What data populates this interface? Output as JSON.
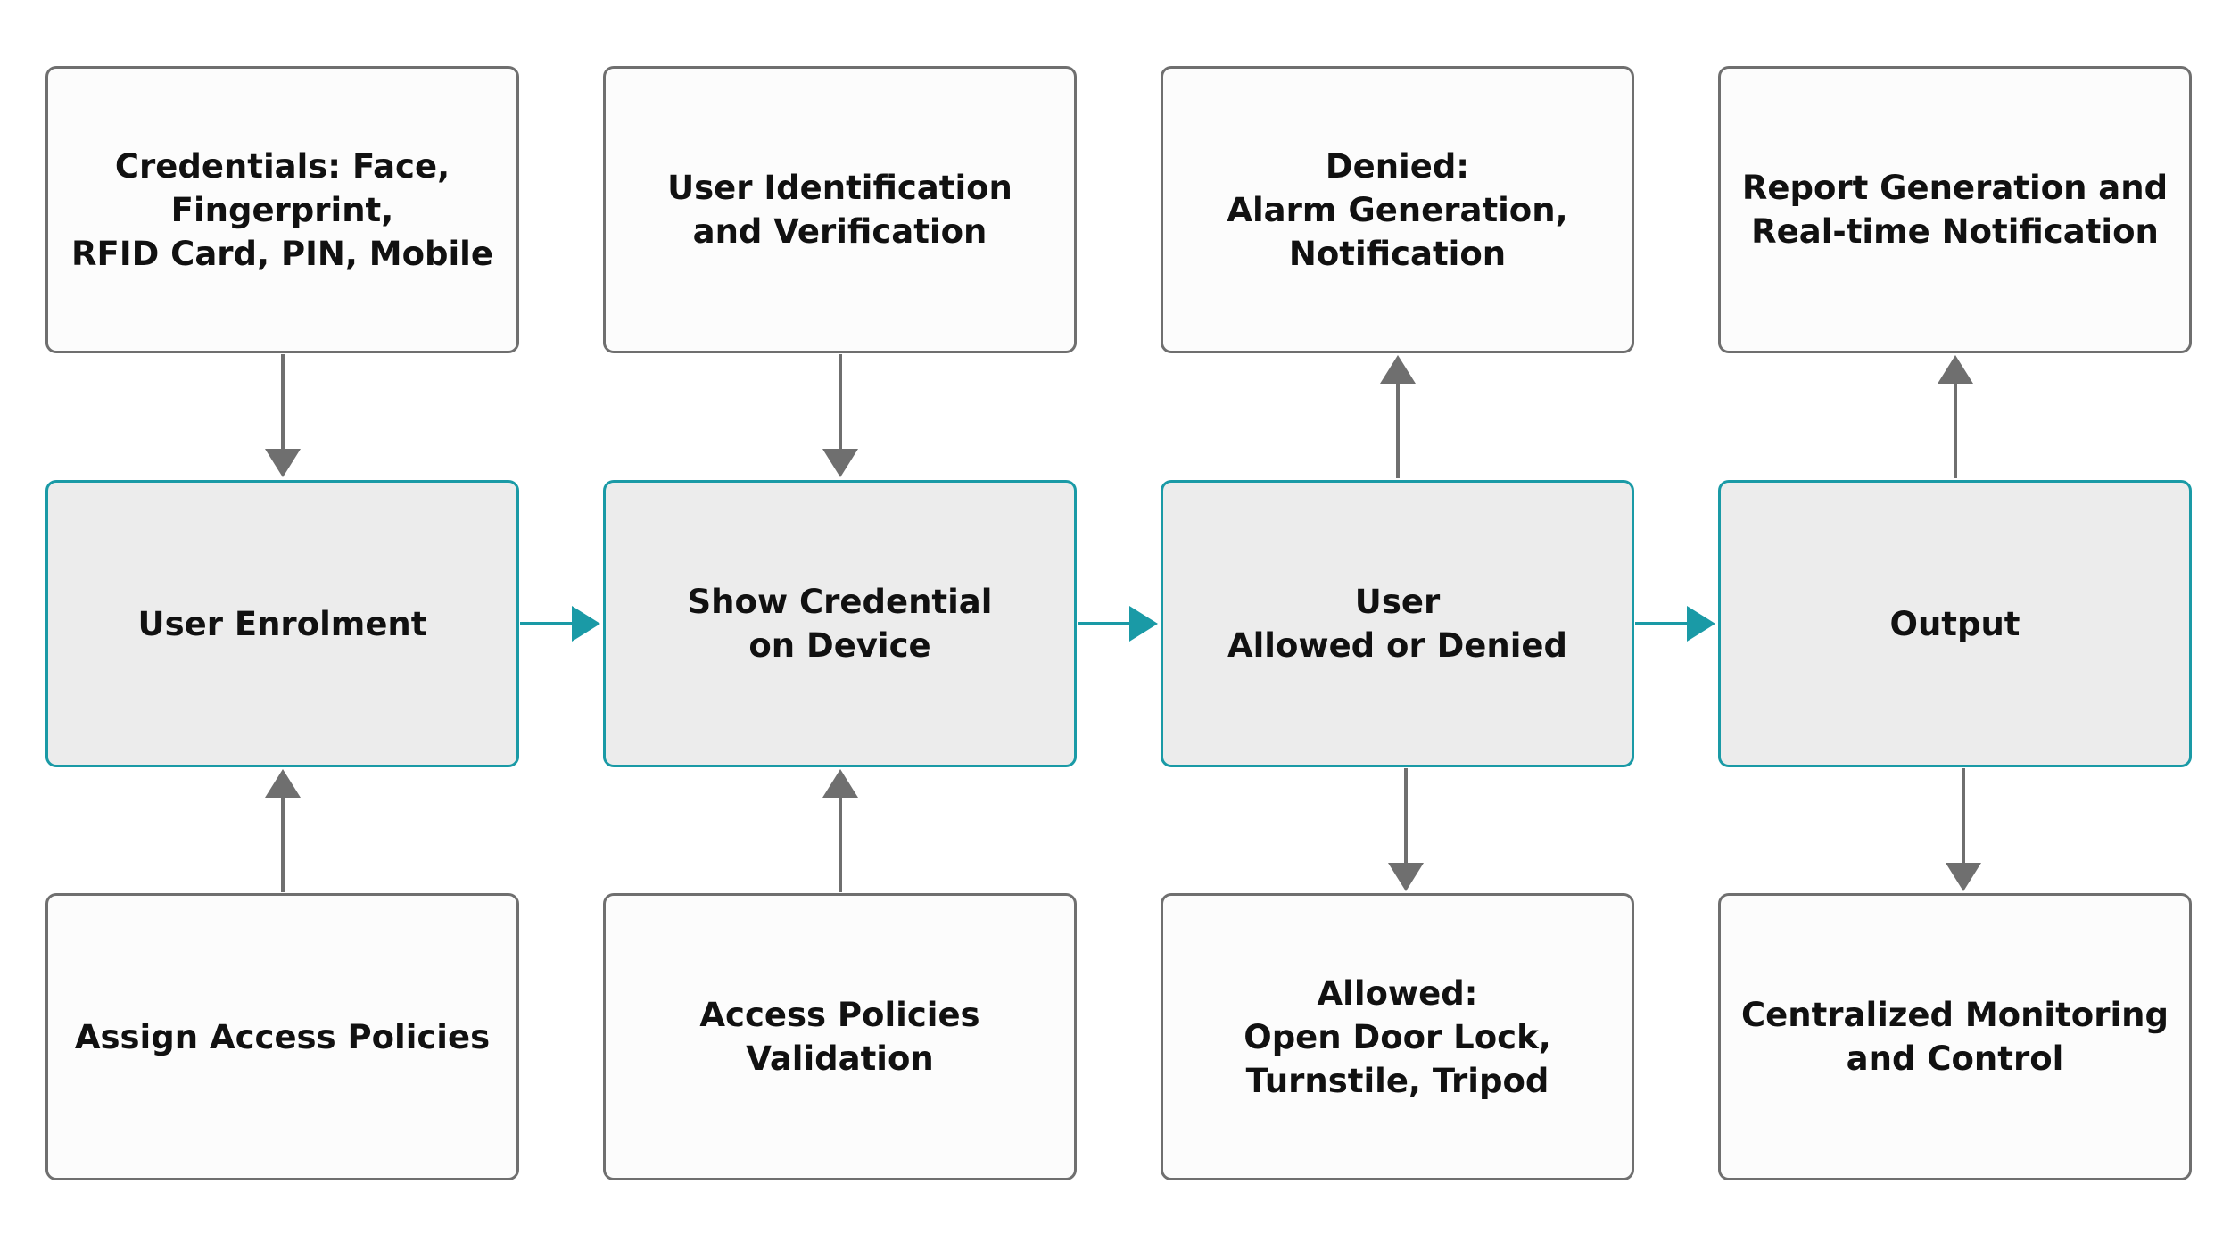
{
  "colors": {
    "main_border": "#1a9aa6",
    "main_fill": "#ececec",
    "side_border": "#6f6f6f",
    "side_fill": "#fcfcfc",
    "flow_arrow": "#1a9aa6",
    "side_arrow": "#6f6f6f"
  },
  "top_row": {
    "credentials": "Credentials: Face,\nFingerprint,\nRFID Card, PIN, Mobile",
    "identification": "User Identification\nand Verification",
    "denied": "Denied:\nAlarm Generation,\nNotification",
    "report": "Report Generation and\nReal-time Notification"
  },
  "main_row": {
    "enrolment": "User Enrolment",
    "show_credential": "Show Credential\non Device",
    "decision": "User\nAllowed or Denied",
    "output": "Output"
  },
  "bottom_row": {
    "assign_policies": "Assign Access Policies",
    "policies_validation": "Access Policies\nValidation",
    "allowed": "Allowed:\nOpen Door Lock,\nTurnstile, Tripod",
    "monitoring": "Centralized Monitoring\nand Control"
  }
}
